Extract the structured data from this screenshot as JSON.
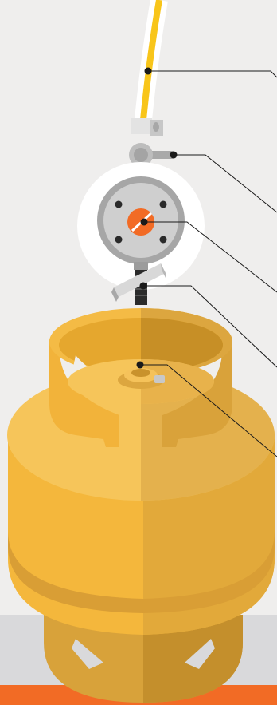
{
  "colors": {
    "background": "#efeeed",
    "floor": "#d9d9db",
    "base_bar": "#f26b25",
    "hose_yellow": "#f8c51a",
    "regulator_silver": "#c9c9c9",
    "gauge_accent": "#f26b25",
    "cylinder_light": "#f4b73c",
    "cylinder_shadow": "#d9a23a",
    "cylinder_top": "#f6c55a",
    "leader_line": "#1a1a1a"
  },
  "parts": [
    {
      "key": "hose",
      "icon": "hose-icon"
    },
    {
      "key": "regulator-knob",
      "icon": "knob-icon"
    },
    {
      "key": "pressure-gauge",
      "icon": "gauge-icon"
    },
    {
      "key": "regulator-connector",
      "icon": "connector-icon"
    },
    {
      "key": "cylinder-valve",
      "icon": "valve-icon"
    }
  ]
}
